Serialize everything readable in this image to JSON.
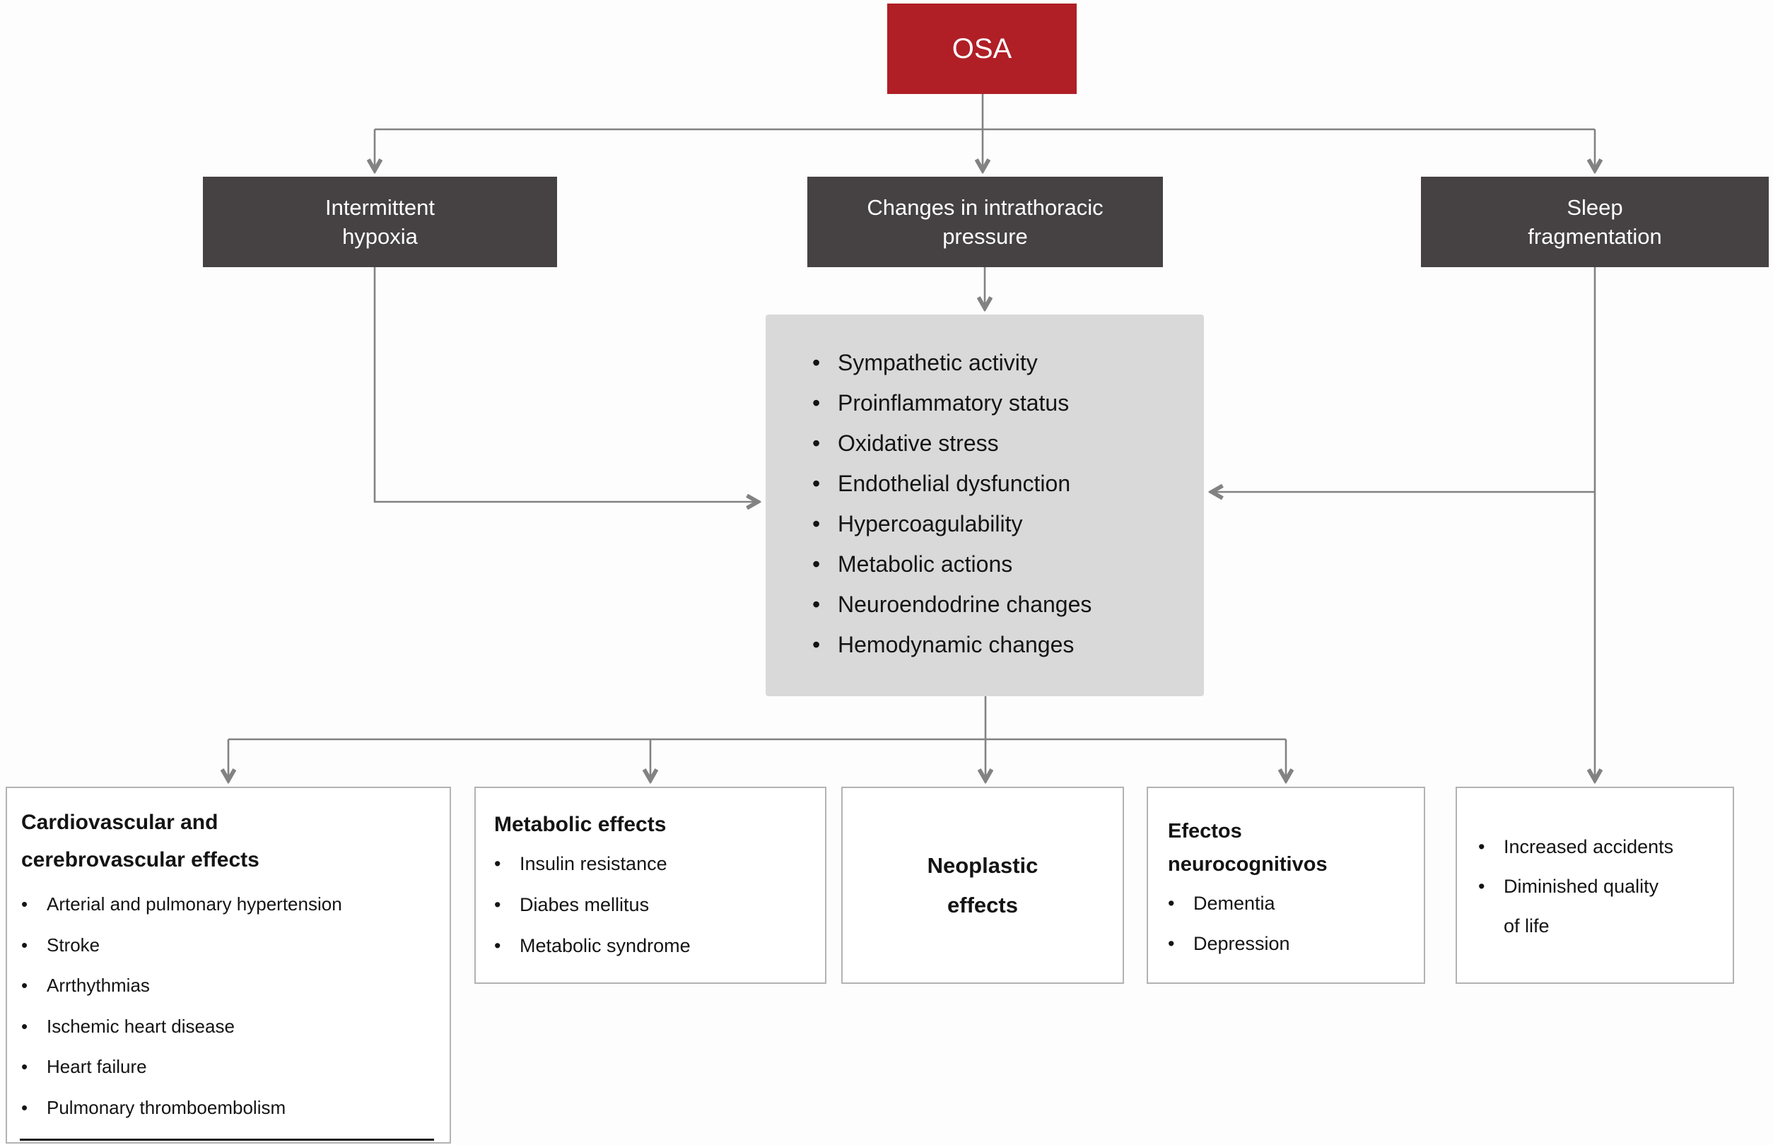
{
  "root": {
    "label": "OSA"
  },
  "mechanisms": {
    "hypoxia": {
      "label": "Intermittent\nhypoxia"
    },
    "pressure": {
      "label": "Changes in intrathoracic\npressure"
    },
    "fragmentation": {
      "label": "Sleep\nfragmentation"
    }
  },
  "mediators": {
    "bullets": [
      "Sympathetic activity",
      "Proinflammatory status",
      "Oxidative stress",
      "Endothelial dysfunction",
      "Hypercoagulability",
      "Metabolic actions",
      "Neuroendodrine changes",
      "Hemodynamic changes"
    ]
  },
  "outcomes": {
    "cardiovascular": {
      "title": "Cardiovascular and\ncerebrovascular effects",
      "bullets": [
        "Arterial and pulmonary hypertension",
        "Stroke",
        "Arrthythmias",
        "Ischemic heart disease",
        "Heart failure",
        "Pulmonary thromboembolism"
      ]
    },
    "metabolic": {
      "title": "Metabolic effects",
      "bullets": [
        "Insulin resistance",
        "Diabes mellitus",
        "Metabolic syndrome"
      ]
    },
    "neoplastic": {
      "title": "Neoplastic\neffects"
    },
    "neurocognitive": {
      "title": "Efectos\nneurocognitivos",
      "bullets": [
        "Dementia",
        "Depression"
      ]
    },
    "quality_of_life": {
      "bullets": [
        "Increased accidents",
        "Diminished quality\nof life"
      ]
    }
  },
  "colors": {
    "root_box": "#b01f26",
    "mechanism_box": "#464243",
    "mediators_box": "#d9d9d9",
    "connector": "#828282",
    "outcome_border": "#b3b3b3"
  }
}
